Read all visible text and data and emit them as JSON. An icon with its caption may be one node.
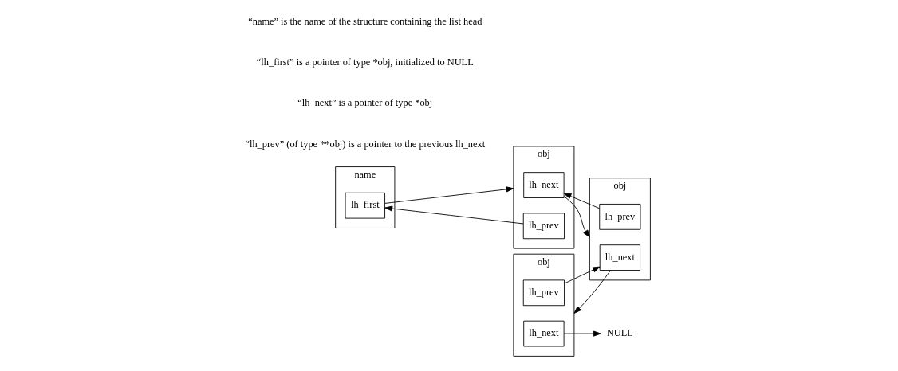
{
  "diagram": {
    "nodes": [
      {
        "text": [
          "name"
        ]
      },
      {
        "text": [
          "lh_first"
        ],
        "in": 0
      },
      {
        "text": [
          "obj"
        ]
      },
      {
        "text": [
          "lh_next"
        ],
        "in": 2
      },
      {
        "text": [
          "lh_prev"
        ],
        "in": 2
      },
      {
        "text": [
          "obj"
        ]
      },
      {
        "text": [
          "lh_next"
        ],
        "in": 5
      },
      {
        "text": [
          "lh_prev"
        ],
        "in": 5
      },
      {
        "text": [
          "obj"
        ]
      },
      {
        "text": [
          "lh_next"
        ],
        "in": 8
      },
      {
        "text": [
          "lh_prev"
        ],
        "in": 8
      },
      {
        "text": [
          "NULL"
        ]
      }
    ],
    "edges": [
      {
        "from": 1,
        "to": 2,
        "arrow": "to"
      },
      {
        "from": 4,
        "to": 1,
        "arrow": "to"
      },
      {
        "from": 3,
        "to": 5,
        "arrow": "to"
      },
      {
        "from": 7,
        "to": 3,
        "arrow": "to"
      },
      {
        "from": 6,
        "to": 8,
        "arrow": "to"
      },
      {
        "from": 10,
        "to": 6,
        "arrow": "to"
      },
      {
        "from": 9,
        "to": 11,
        "arrow": "to"
      }
    ],
    "labels": [
      "“name” is the name of the structure containing the list head",
      "“lh_first” is a pointer of type *obj, initialized to NULL",
      "“lh_next” is a pointer of type *obj",
      "“lh_prev” (of type **obj) is a pointer to the previous lh_next"
    ]
  }
}
